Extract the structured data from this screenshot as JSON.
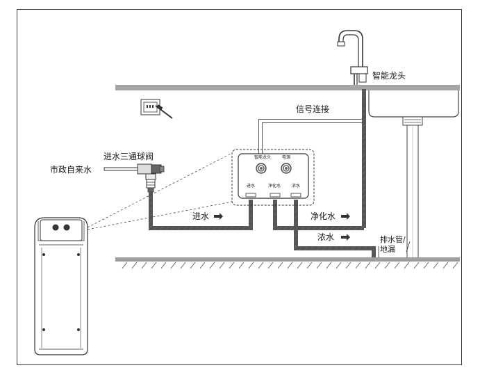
{
  "labels": {
    "smart_faucet": "智能龙头",
    "signal_connection": "信号连接",
    "three_way_valve": "进水三通球阀",
    "municipal_water": "市政自来水",
    "inlet": "进水",
    "purified_water": "净化水",
    "concentrate_water": "浓水",
    "drain_line1": "排水管/",
    "drain_line2": "地漏"
  },
  "panel": {
    "smart_faucet_port": "智能龙头",
    "power_port": "电源",
    "inlet_port": "进水",
    "purified_port": "净化水",
    "concentrate_port": "浓水"
  },
  "colors": {
    "line": "#333333",
    "pipe_outline": "#555555",
    "pipe_fill": "#ffffff",
    "counter": "#999999",
    "floor": "#9e9e9e",
    "valve": "#555555"
  }
}
